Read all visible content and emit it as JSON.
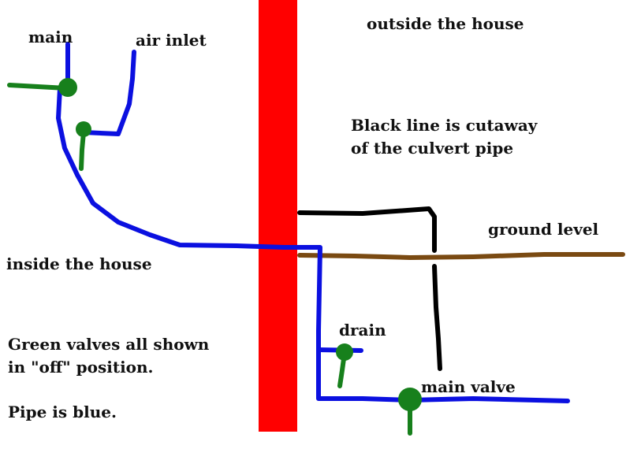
{
  "labels": {
    "main": "main",
    "air_inlet": "air inlet",
    "outside": "outside the house",
    "culvert_note_line1": "Black line is cutaway",
    "culvert_note_line2": "of the culvert pipe",
    "ground_level": "ground level",
    "inside": "inside the house",
    "drain": "drain",
    "main_valve": "main valve",
    "valves_note_line1": "Green valves all shown",
    "valves_note_line2": "in \"off\" position.",
    "pipe_note": "Pipe is blue."
  },
  "colors": {
    "pipe": "#0b10e0",
    "valve": "#17801c",
    "wall": "#ff0000",
    "ground": "#7a4a12",
    "culvert": "#000000",
    "text": "#111111"
  }
}
